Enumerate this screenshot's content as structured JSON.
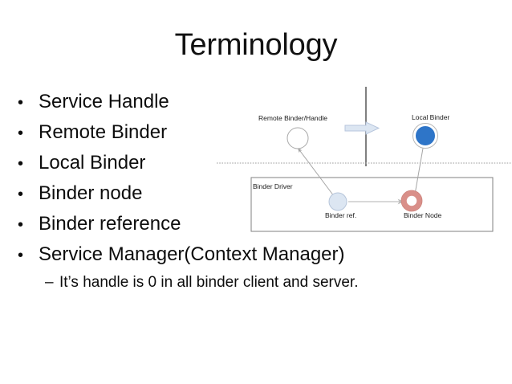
{
  "slide": {
    "title": "Terminology",
    "background": "#ffffff"
  },
  "bullets": [
    {
      "marker": "•",
      "text": "Service Handle"
    },
    {
      "marker": "•",
      "text": "Remote Binder"
    },
    {
      "marker": "•",
      "text": "Local Binder"
    },
    {
      "marker": "•",
      "text": "Binder node"
    },
    {
      "marker": "•",
      "text": "Binder reference"
    },
    {
      "marker": "•",
      "text": "Service Manager(Context Manager)"
    }
  ],
  "sub_bullet": {
    "marker": "–",
    "text": "It’s handle is 0 in all binder client and server."
  },
  "diagram": {
    "labels": {
      "remote_binder": "Remote Binder/Handle",
      "local_binder": "Local Binder",
      "binder_driver": "Binder Driver",
      "binder_ref": "Binder ref.",
      "binder_node": "Binder Node"
    },
    "colors": {
      "local_binder_fill": "#2e75c8",
      "local_binder_ring": "#b7b7b7",
      "remote_binder_stroke": "#a8a8a8",
      "binder_ref_fill": "#dce6f2",
      "binder_ref_stroke": "#b6c5da",
      "binder_node_ring": "#d98f89",
      "binder_node_center": "#ffffff",
      "block_arrow_fill": "#dce6f2",
      "block_arrow_stroke": "#b7c6dd",
      "divider_line": "#808080",
      "dotted_line": "#b0b0b0",
      "connector_line": "#a5a5a5",
      "box_stroke": "#808080"
    }
  }
}
